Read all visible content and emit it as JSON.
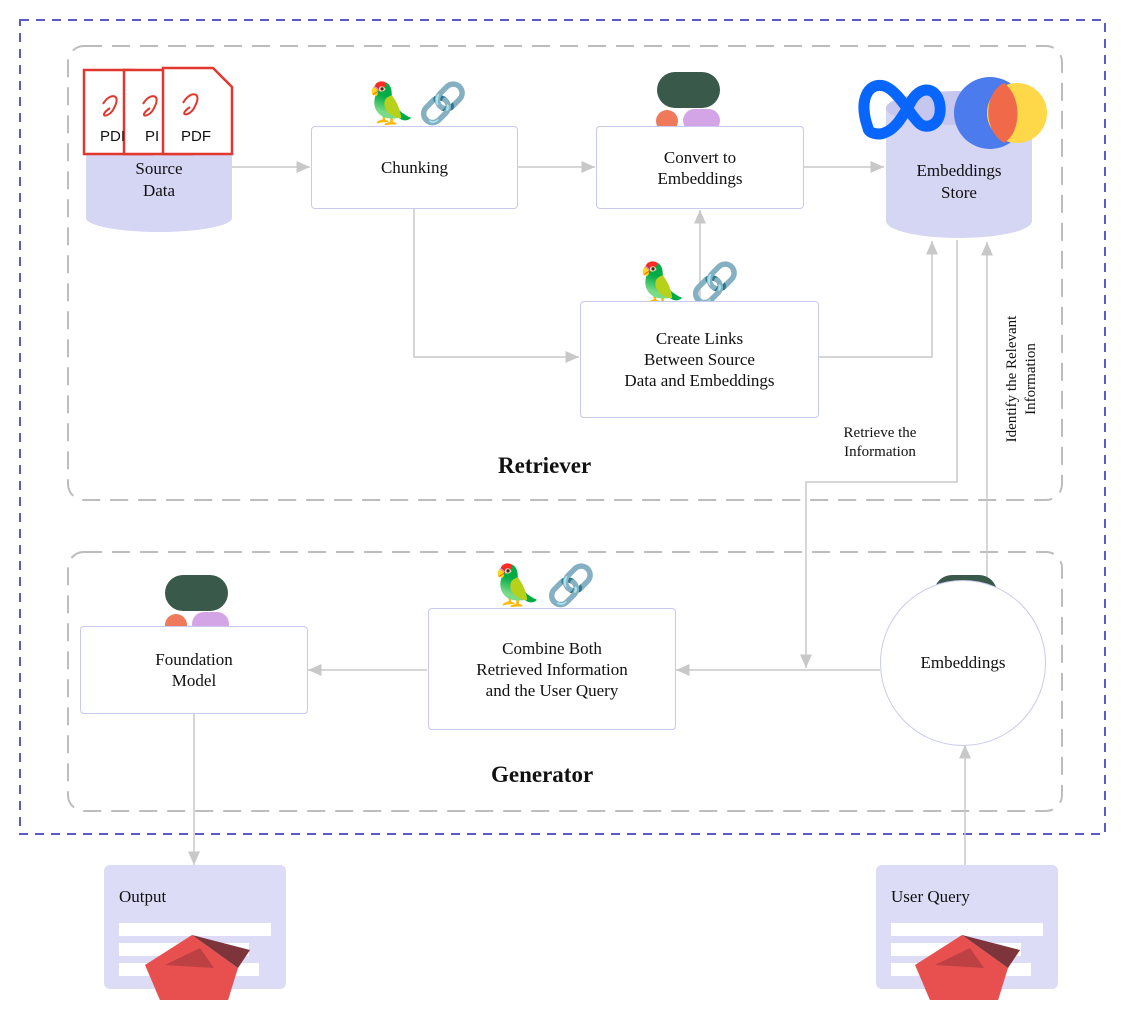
{
  "colors": {
    "outer_border": "#5b5bc8",
    "section_border": "#bdbdbd",
    "box_border": "#c9c9f0",
    "cylinder_fill": "#d5d5f4",
    "arrow": "#c8c8c8",
    "pdf_red": "#e0382f",
    "card_fill": "#dcdcf7"
  },
  "nodes": {
    "source_data": "Source\nData",
    "chunking": "Chunking",
    "convert": "Convert to\nEmbeddings",
    "embeddings_store": "Embeddings\nStore",
    "create_links": "Create Links\nBetween Source\nData and Embeddings",
    "foundation_model": "Foundation\nModel",
    "combine": "Combine Both\nRetrieved Information\nand the User Query",
    "embeddings": "Embeddings",
    "output": "Output",
    "user_query": "User Query"
  },
  "sections": {
    "retriever": "Retriever",
    "generator": "Generator"
  },
  "edge_labels": {
    "retrieve": "Retrieve the\nInformation",
    "identify": "Identify the Relevant\nInformation"
  },
  "pdf_label": "PDF",
  "pdf_label_cut": "PDI",
  "pdf_label_cut2": "PI",
  "icons": [
    "pdf-icon",
    "parrot-icon",
    "chain-link-icon",
    "cohere-logo",
    "meta-logo",
    "pinecone-logo",
    "streamlit-logo"
  ]
}
